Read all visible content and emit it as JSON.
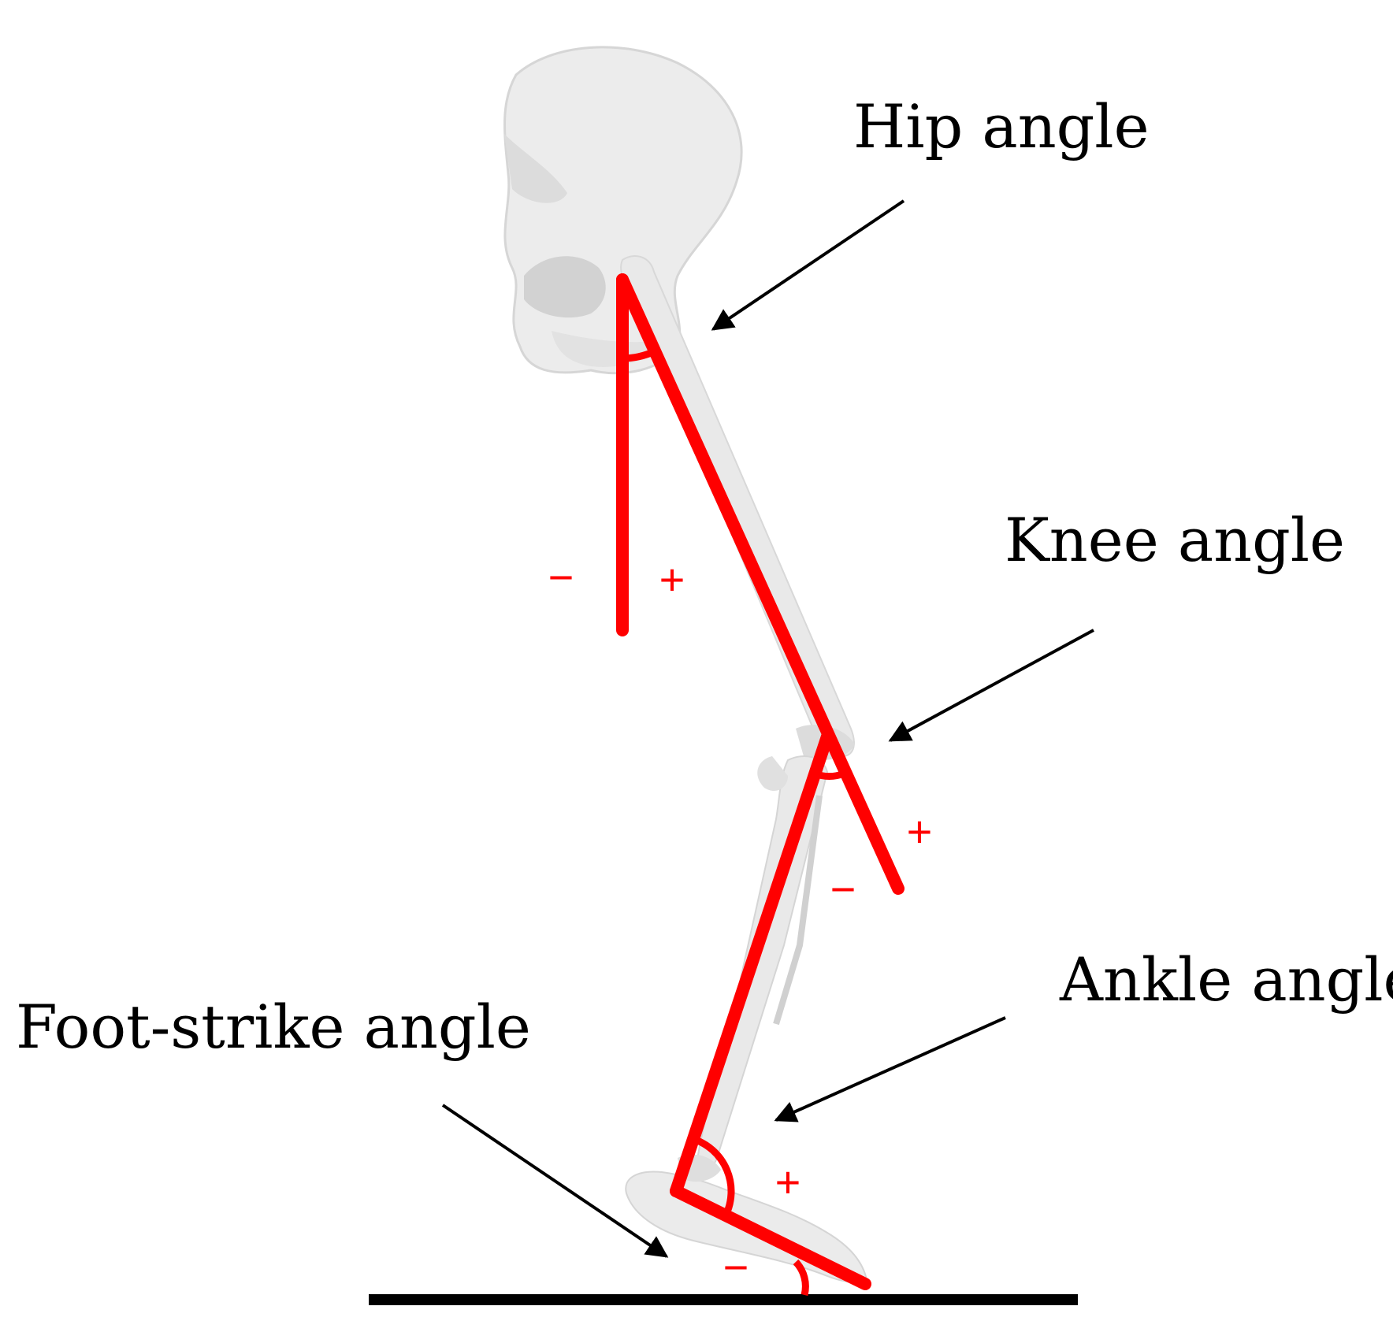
{
  "labels": {
    "hip": "Hip angle",
    "knee": "Knee angle",
    "ankle": "Ankle angle",
    "foot_strike": "Foot-strike angle"
  },
  "signs": {
    "minus": "−",
    "plus": "+"
  },
  "colors": {
    "segment": "#ff0000",
    "arrow": "#000000",
    "ground": "#000000",
    "bone": "#e9e9e9",
    "bone_shade": "#cfcfcf"
  },
  "icons": {
    "pelvis": "pelvis-bone-icon",
    "femur": "femur-bone-icon",
    "tibia": "tibia-bone-icon",
    "foot": "foot-bone-icon"
  }
}
